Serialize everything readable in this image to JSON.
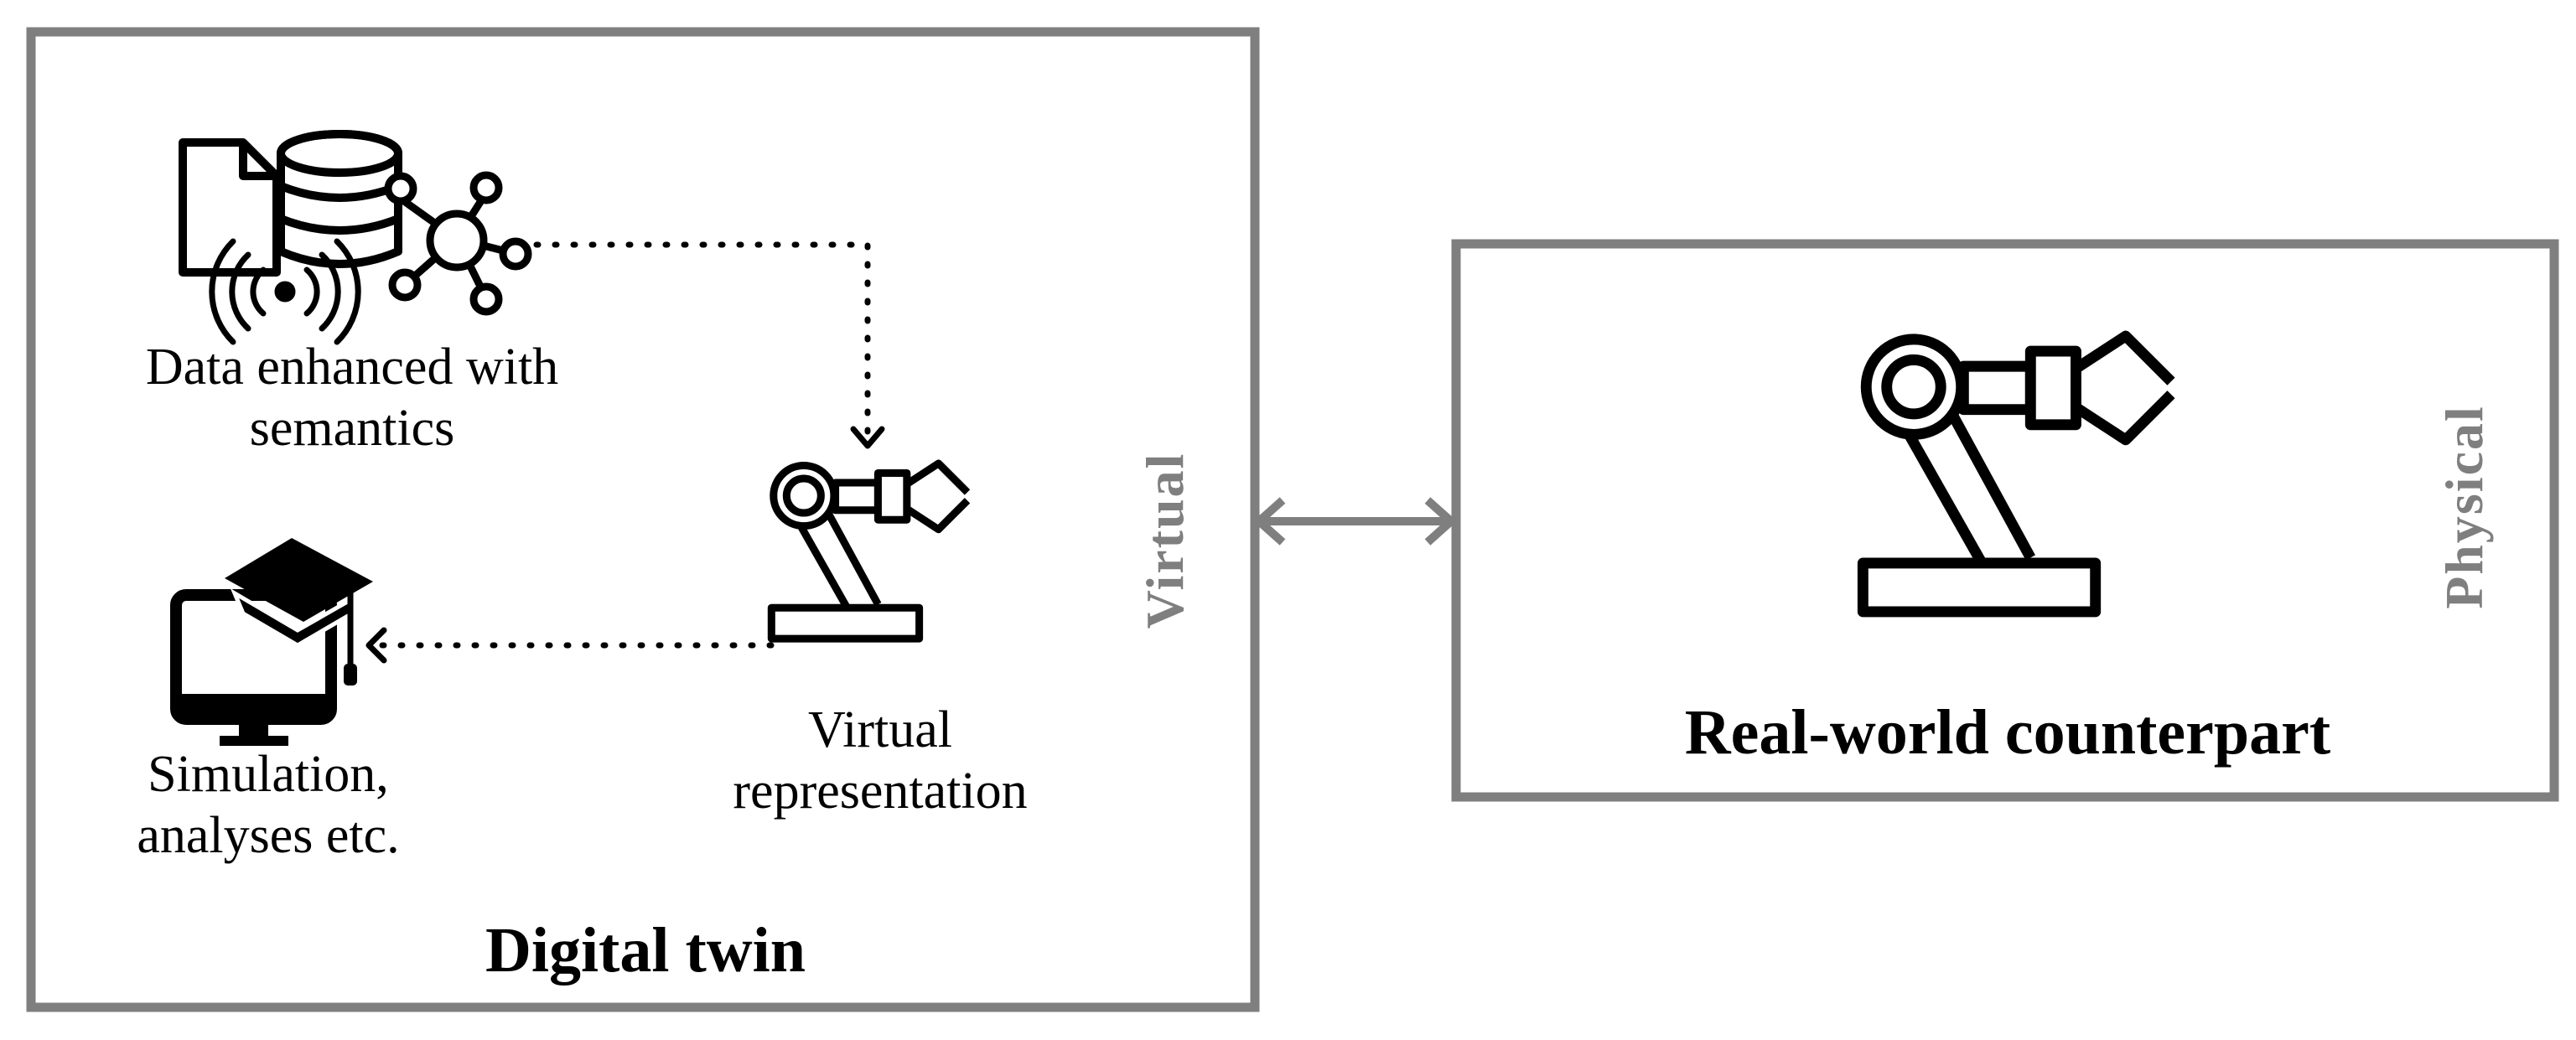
{
  "digital_twin": {
    "title": "Digital twin",
    "side_label": "Virtual",
    "data_label_line1": "Data enhanced with",
    "data_label_line2": "semantics",
    "virtual_label_line1": "Virtual",
    "virtual_label_line2": "representation",
    "simulation_label_line1": "Simulation,",
    "simulation_label_line2": "analyses etc."
  },
  "physical": {
    "title": "Real-world counterpart",
    "side_label": "Physical"
  },
  "icons": [
    "database-document-icon",
    "knowledge-graph-icon",
    "sensor-signal-icon",
    "robot-arm-icon",
    "computer-learning-icon"
  ],
  "colors": {
    "frame": "#7f7f7f",
    "side_label": "#7f7f7f",
    "icon": "#000000"
  }
}
